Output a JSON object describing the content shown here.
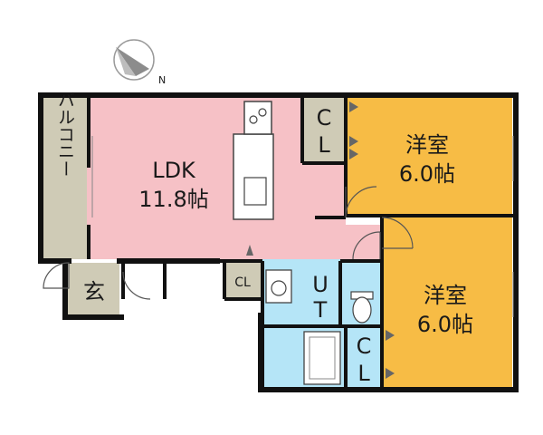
{
  "compass": {
    "letter": "N"
  },
  "rooms": {
    "balcony": {
      "label": "バルコニー"
    },
    "ldk": {
      "name": "LDK",
      "size": "11.8帖"
    },
    "bedroom_upper": {
      "name": "洋室",
      "size": "6.0帖"
    },
    "bedroom_lower": {
      "name": "洋室",
      "size": "6.0帖"
    },
    "entrance": {
      "label": "玄"
    },
    "closet_upper": {
      "c": "C",
      "l": "L"
    },
    "closet_lower": {
      "c": "C",
      "l": "L"
    },
    "closet_small": {
      "label": "CL"
    },
    "utility": {
      "u": "U",
      "t": "T"
    }
  },
  "colors": {
    "ldk": "#f6c1c6",
    "bedroom": "#f7bc45",
    "closet": "#cfcbb6",
    "wet": "#b5e5f7",
    "wall": "#111111"
  }
}
